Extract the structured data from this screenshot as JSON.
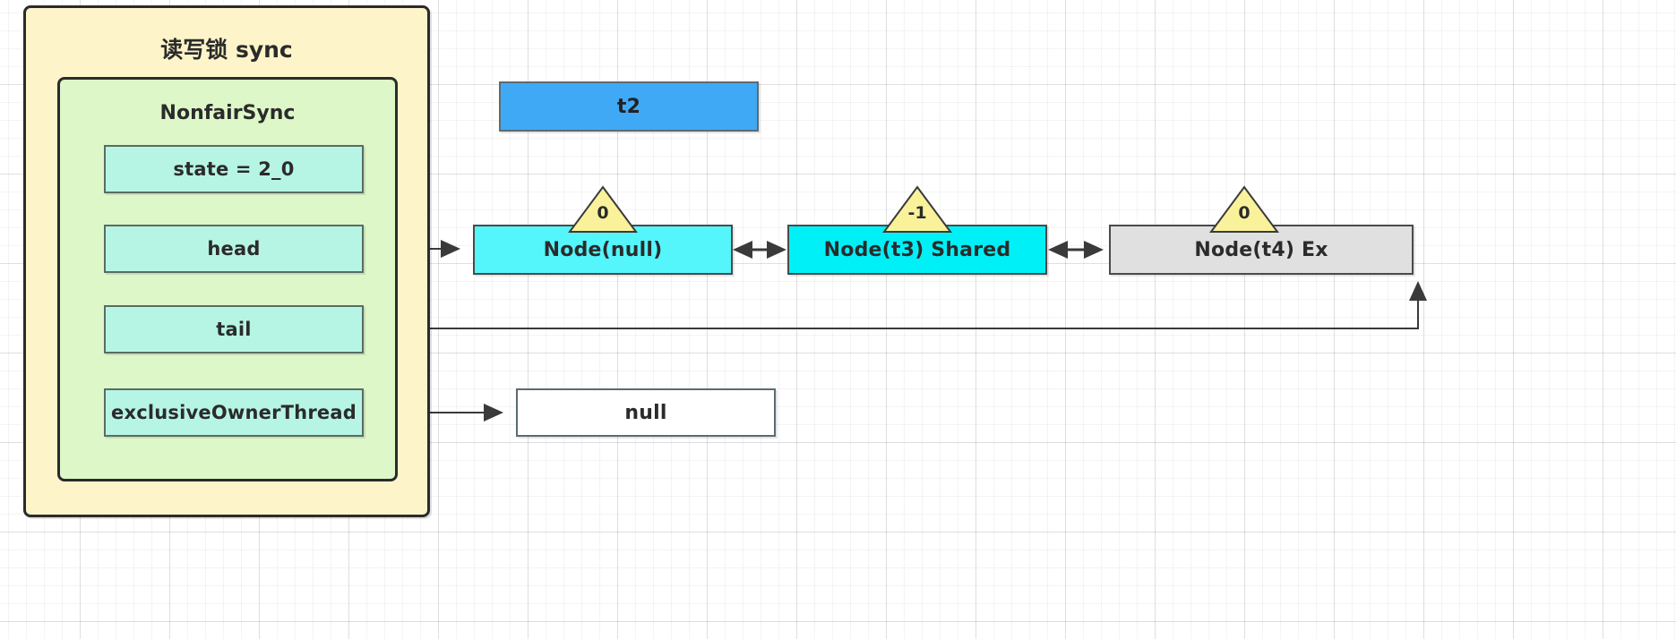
{
  "diagram": {
    "title": "读写锁 sync",
    "sync_container": {
      "label": "读写锁 sync",
      "inner": {
        "label": "NonfairSync",
        "fields": [
          {
            "name": "state",
            "label": "state = 2_0"
          },
          {
            "name": "head",
            "label": "head"
          },
          {
            "name": "tail",
            "label": "tail"
          },
          {
            "name": "exclusiveOwnerThread",
            "label": "exclusiveOwnerThread"
          }
        ]
      }
    },
    "thread_box": {
      "label": "t2",
      "color": "#3fa9f5"
    },
    "owner_value_box": {
      "label": "null",
      "color": "#ffffff"
    },
    "queue": {
      "nodes": [
        {
          "label": "Node(null)",
          "waitStatus": "0",
          "color": "#54f5fb"
        },
        {
          "label": "Node(t3) Shared",
          "waitStatus": "-1",
          "color": "#00f0f7"
        },
        {
          "label": "Node(t4) Ex",
          "waitStatus": "0",
          "color": "#e0e0e0"
        }
      ]
    },
    "colors": {
      "sync_fill": "#fdf5c9",
      "nonfair_fill": "#ddf7c8",
      "field_fill": "#b6f5e4",
      "triangle_fill": "#f9f29b",
      "stroke": "#2b2b2b"
    }
  }
}
